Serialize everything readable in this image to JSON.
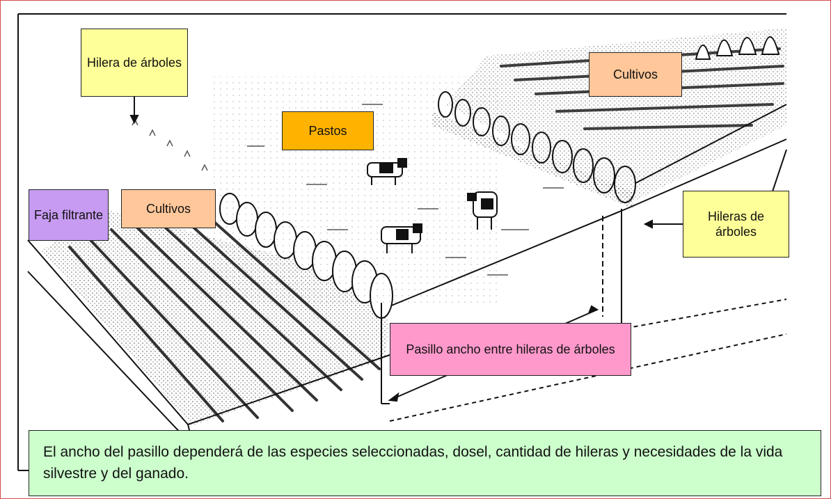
{
  "labels": {
    "tree_row": "Hilera de árboles",
    "pastos": "Pastos",
    "cultivos_right": "Cultivos",
    "faja": "Faja filtrante",
    "cultivos_left": "Cultivos",
    "tree_rows": "Hileras de árboles",
    "pasillo": "Pasillo ancho entre hileras de árboles",
    "note": "El ancho del pasillo dependerá de las especies seleccionadas, dosel, cantidad de hileras y necesidades de la vida silvestre y del ganado."
  },
  "colors": {
    "tree_row": "#ffff99",
    "pastos": "#ffb300",
    "cultivos": "#ffc79a",
    "faja": "#c79bf2",
    "pasillo": "#ff99cc",
    "note": "#ccffcc",
    "frame": "#d84a4a"
  }
}
